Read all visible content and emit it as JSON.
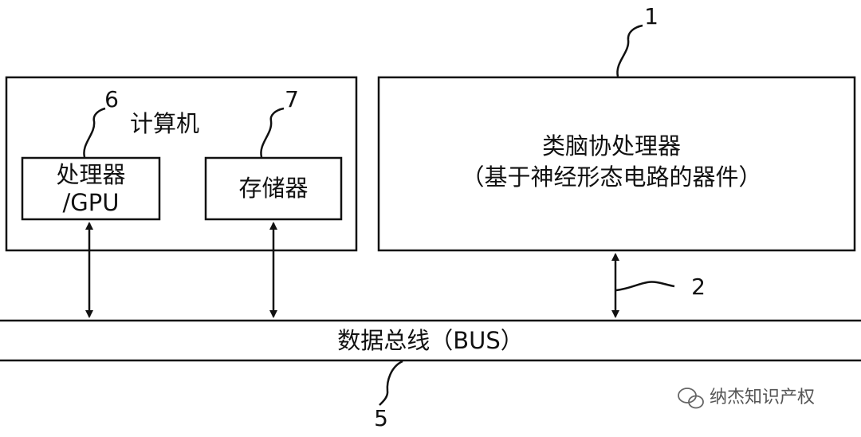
{
  "computer": {
    "label": "计算机"
  },
  "processor": {
    "line1": "处理器",
    "line2": "/GPU",
    "ref": "6"
  },
  "memory": {
    "label": "存储器",
    "ref": "7"
  },
  "coprocessor": {
    "line1": "类脑协处理器",
    "line2": "（基于神经形态电路的器件）",
    "ref": "1"
  },
  "connection": {
    "ref": "2"
  },
  "bus": {
    "label": "数据总线（BUS）",
    "ref": "5"
  },
  "watermark": {
    "text": "纳杰知识产权",
    "icon": "wechat-icon"
  },
  "colors": {
    "line": "#111111",
    "background": "#ffffff",
    "watermark": "#555555"
  }
}
